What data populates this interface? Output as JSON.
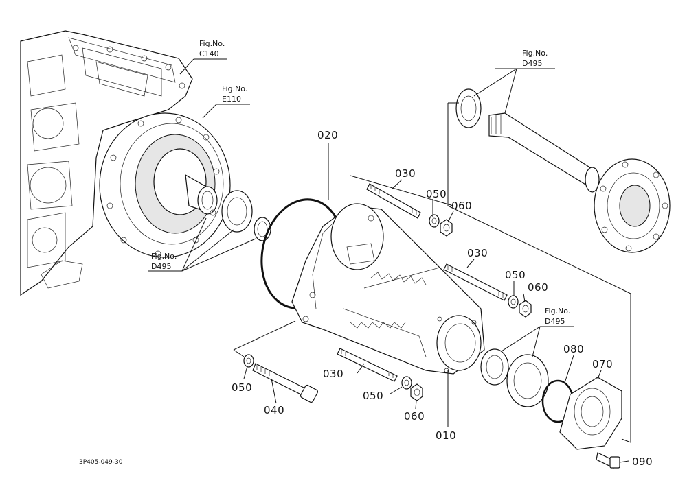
{
  "drawing_code": "3P405-049-30",
  "fig_refs": {
    "c140": {
      "line1": "Fig.No.",
      "line2": "C140"
    },
    "e110": {
      "line1": "Fig.No.",
      "line2": "E110"
    },
    "d495_top": {
      "line1": "Fig.No.",
      "line2": "D495"
    },
    "d495_left": {
      "line1": "Fig.No.",
      "line2": "D495"
    },
    "d495_right": {
      "line1": "Fig.No.",
      "line2": "D495"
    }
  },
  "part_labels": {
    "p010": "010",
    "p020": "020",
    "p030_a": "030",
    "p030_b": "030",
    "p030_c": "030",
    "p040": "040",
    "p050_a": "050",
    "p050_b": "050",
    "p050_c": "050",
    "p050_d": "050",
    "p060_a": "060",
    "p060_b": "060",
    "p060_c": "060",
    "p070": "070",
    "p080": "080",
    "p090": "090"
  }
}
